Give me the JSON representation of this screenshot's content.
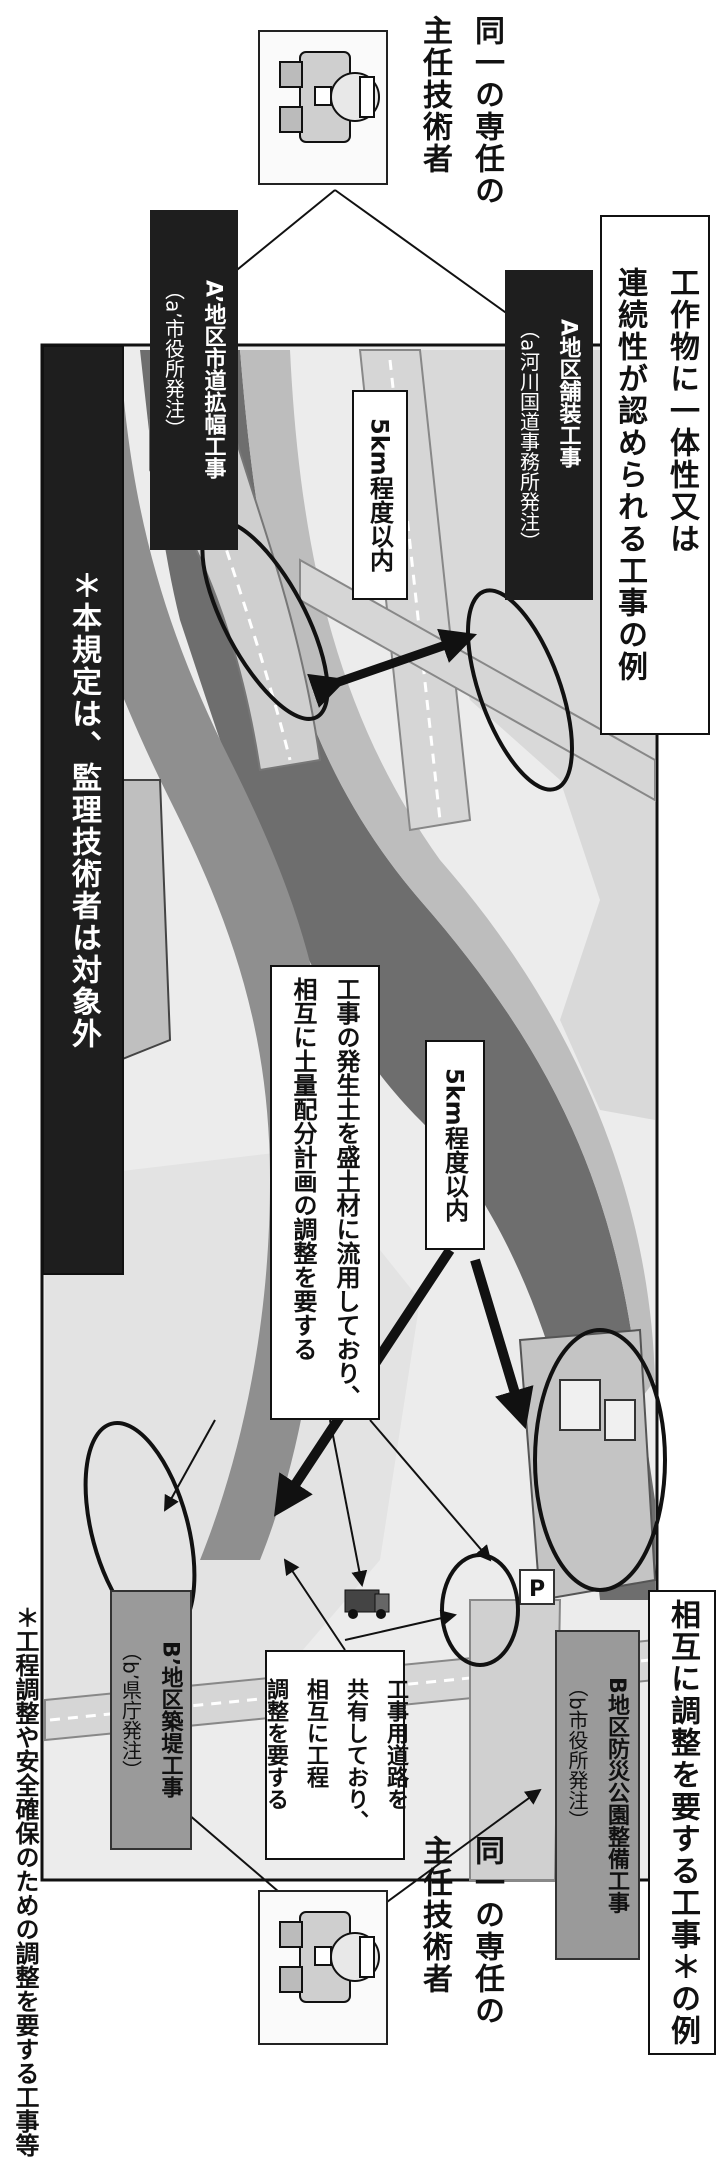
{
  "engineer_top": {
    "line1": "同一の専任の",
    "line2": "主任技術者"
  },
  "engineer_bottom": {
    "line1": "同一の専任の",
    "line2": "主任技術者"
  },
  "example_integral": {
    "line1": "工作物に一体性又は",
    "line2": "連続性が認められる工事の例"
  },
  "project_a": {
    "title": "A地区舗装工事",
    "client": "（a河川国道事務所発注）"
  },
  "project_a_prime": {
    "title": "A’地区市道拡幅工事",
    "client": "（a’市役所発注）"
  },
  "distance_top": "5km程度以内",
  "distance_bottom": "5km程度以内",
  "note_supervisor": "＊本規定は、監理技術者は対象外",
  "soil_note": {
    "line1": "工事の発生土を盛土材に流用しており、",
    "line2": "相互に土量配分計画の調整を要する"
  },
  "road_note": {
    "line1": "工事用道路を",
    "line2": "共有しており、",
    "line3": "相互に工程",
    "line4": "調整を要する"
  },
  "example_coordination": "相互に調整を要する工事＊の例",
  "project_b": {
    "title": "B地区防災公園整備工事",
    "client": "（b市役所発注）"
  },
  "project_b_prime": {
    "title": "B’地区築堤工事",
    "client": "（b’県庁発注）"
  },
  "footnote": "＊工程調整や安全確保のための調整を要する工事等",
  "parking_label": "P",
  "icons": [
    "worker-icon",
    "truck-icon",
    "parking-icon"
  ],
  "colors": {
    "dark_box": "#1e1e1e",
    "gray_box": "#9a9a9a",
    "river_dark": "#6e6e6e",
    "river_light": "#bdbdbd",
    "road": "#d6d6d6",
    "page": "#ffffff"
  }
}
